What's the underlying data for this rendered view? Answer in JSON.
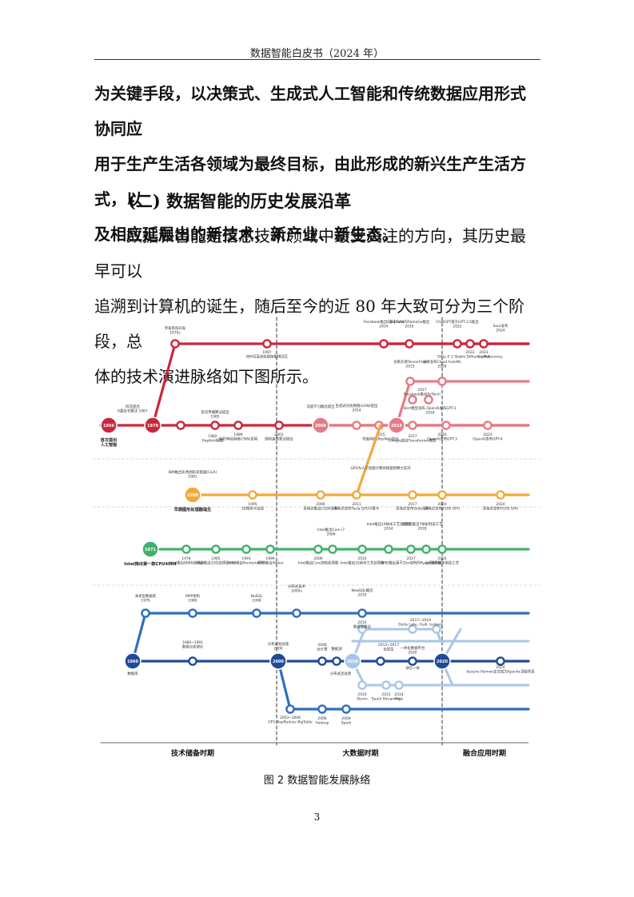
{
  "header": "数据智能白皮书（2024 年）",
  "para1": [
    "为关键手段，以决策式、生成式人工智能和传统数据应用形式协同应",
    "用于生产生活各领域为最终目标，由此形成的新兴生产生活方式，以",
    "及相应延展出的新技术、新产业、新生态。"
  ],
  "section_title": "(二) 数据智能的历史发展沿革",
  "para2": [
    "数据和智能是信息技术领域中最受关注的方向，其历史最早可以",
    "追溯到计算机的诞生，随后至今的近 80 年大致可分为三个阶段，总",
    "体的技术演进脉络如下图所示。"
  ],
  "figure": {
    "periods": [
      "技术储备时期",
      "大数据时期",
      "融合应用时期"
    ],
    "colors": {
      "red": "#c8283a",
      "pink": "#e57b86",
      "orange": "#f2a93b",
      "green": "#3fb26d",
      "blue": "#2f6ec0",
      "navy": "#1f4a9a",
      "lightblue": "#a9c6ea"
    },
    "red_nodes": [
      {
        "year": "1956",
        "label": "首次提出人工智能"
      },
      {
        "year": "1970",
        "label": ""
      },
      {
        "year": "2006",
        "label": ""
      },
      {
        "year": "2015",
        "label": ""
      }
    ],
    "red_labels": [
      {
        "text": "专家系统开发",
        "sub": "1970s"
      },
      {
        "text": "四次提出",
        "sub": "K最近邻算法 1967"
      },
      {
        "text": "1982",
        "sub": "Hopfield网络"
      },
      {
        "text": "反向传播算法提出",
        "sub": "1985"
      },
      {
        "text": "1989",
        "sub": "卷积神经网络(CNN)发明"
      },
      {
        "text": "1997",
        "sub": "IBM深蓝击败国际象棋冠军"
      },
      {
        "text": "2001",
        "sub": "随机森林算法提出"
      },
      {
        "text": "深度学习概念提出",
        "sub": ""
      },
      {
        "text": "生成式对抗网络(GAN)提出",
        "sub": "2014"
      },
      {
        "text": "Facebook推出Deepface",
        "sub": "2014"
      },
      {
        "text": "基于GAN的AlphaGo推出",
        "sub": "2016"
      },
      {
        "text": "谷歌开源TensorFlow",
        "sub": "2015"
      },
      {
        "text": "谷歌发布Cloud AutoML",
        "sub": "2018"
      },
      {
        "text": "2017",
        "sub": "Facebook推出PyTorch"
      },
      {
        "text": "Bert模型发布 OpenAI发布GPT-1",
        "sub": "2018"
      },
      {
        "text": "2015",
        "sub": "残差网络(ResNet)提出"
      },
      {
        "text": "2017",
        "sub": "Google提出Transformer模型"
      },
      {
        "text": "2020",
        "sub": "OpenAI发布GPT-3"
      },
      {
        "text": "ChatGPT基于GPT-3.5推出",
        "sub": "2022"
      },
      {
        "text": "2022",
        "sub": "DALL-E 2 Stable Diffusion Midjourney"
      },
      {
        "text": "2023",
        "sub": "Copilot"
      },
      {
        "text": "Sora发布",
        "sub": "2024"
      },
      {
        "text": "2023",
        "sub": "OpenAI发布GPT-4"
      }
    ],
    "orange_labels": [
      {
        "text": "1980",
        "sub": "早期图形处理器诞生"
      },
      {
        "text": "IBM推出彩色图形适配器(CGA)",
        "sub": "1981"
      },
      {
        "text": "1995",
        "sub": "3D图形卡出现"
      },
      {
        "text": "2006",
        "sub": "英伟达推出CUDA架构"
      },
      {
        "text": "GPU为人工智能计算领域提供算力支持",
        "sub": ""
      },
      {
        "text": "2011",
        "sub": "英伟达发布Tesla GPU计算卡"
      },
      {
        "text": "2017",
        "sub": "英伟达发布Volta架构"
      },
      {
        "text": "2020",
        "sub": "英伟达发布A100 GPU"
      },
      {
        "text": "2024",
        "sub": "英伟达发布H100 GPU"
      }
    ],
    "green_labels": [
      {
        "text": "1971",
        "sub": "Intel推出第一款CPU4004"
      },
      {
        "text": "1978",
        "sub": "Intel推出8086处理器"
      },
      {
        "text": "1985",
        "sub": "Intel推出32位处理器386"
      },
      {
        "text": "1993",
        "sub": "Intel推出Pentium系列"
      },
      {
        "text": "1999",
        "sub": "AMD推出Athlon"
      },
      {
        "text": "Intel推出Core i7",
        "sub": "2006"
      },
      {
        "text": "2006",
        "sub": "Intel推出Core双核处理器"
      },
      {
        "text": "2010",
        "sub": "Intel推出32纳米工艺处理器"
      },
      {
        "text": "Intel推出14纳米工艺处理器",
        "sub": "2014"
      },
      {
        "text": "台积电推出7纳米制造工艺",
        "sub": "2018"
      },
      {
        "text": "2017",
        "sub": "AMD推出基于Zen架构的Ryzen处理器"
      },
      {
        "text": "2020",
        "sub": "台积电5纳米制造工艺"
      }
    ],
    "blue_labels": [
      {
        "text": "关系型数据库",
        "sub": "1970"
      },
      {
        "text": "MPP架构",
        "sub": "1980"
      },
      {
        "text": "NoSQL",
        "sub": "1998"
      },
      {
        "text": "分布式技术",
        "sub": "2000s"
      },
      {
        "text": "NewSQL概念",
        "sub": "2010"
      },
      {
        "text": "1960",
        "sub": "数据库"
      },
      {
        "text": "1980~1991",
        "sub": "数据仓库理论"
      },
      {
        "text": "分布式批处理",
        "sub": "2000"
      },
      {
        "text": "2006",
        "sub": "云计算"
      },
      {
        "text": "数据湖",
        "sub": ""
      },
      {
        "text": "2010",
        "sub": "数据湖概念"
      },
      {
        "text": "2013~2017",
        "sub": "云原生"
      },
      {
        "text": "一体化数据平台",
        "sub": "2020"
      },
      {
        "text": "2017~2019",
        "sub": "Delta Lake, Hudi, Iceberg"
      },
      {
        "text": "湖仓一体",
        "sub": ""
      },
      {
        "text": "2024",
        "sub": "Apache Paimon正式成为Apache顶级项目"
      },
      {
        "text": "分布式流处理",
        "sub": ""
      },
      {
        "text": "2010",
        "sub": "Storm"
      },
      {
        "text": "2013",
        "sub": "Spark Streaming"
      },
      {
        "text": "2014",
        "sub": "Flink"
      },
      {
        "text": "2003~2006",
        "sub": "GFS MapReduce BigTable"
      },
      {
        "text": "2006",
        "sub": "Hadoop"
      },
      {
        "text": "2009",
        "sub": "Spark"
      }
    ]
  },
  "caption": "图 2  数据智能发展脉络",
  "page_number": "3"
}
